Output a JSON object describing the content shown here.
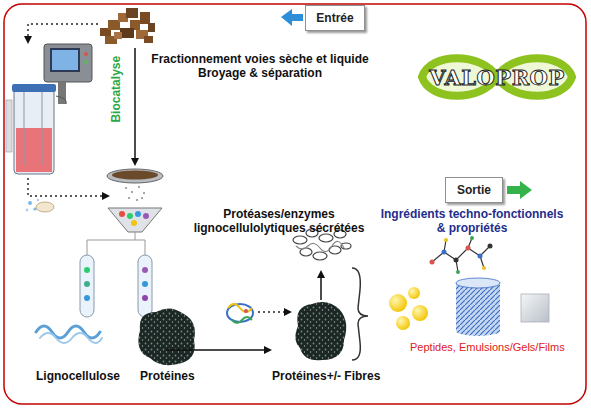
{
  "diagram": {
    "nodes": [
      {
        "text": [
          "Entrée"
        ]
      },
      {
        "text": [
          "VALOPROP"
        ]
      },
      {
        "text": [
          "Sortie"
        ]
      }
    ],
    "labels": [
      "Biocatalyse",
      "Fractionnement voies sèche et liquide Broyage & séparation",
      "Protéases/enzymes lignocellulolytiques sécrétées",
      "Ingrédients techno-fonctionnels & propriétés",
      "Lignocellulose",
      "Protéines",
      "Protéines+/- Fibres",
      "Peptides, Emulsions/Gels/Films"
    ]
  }
}
